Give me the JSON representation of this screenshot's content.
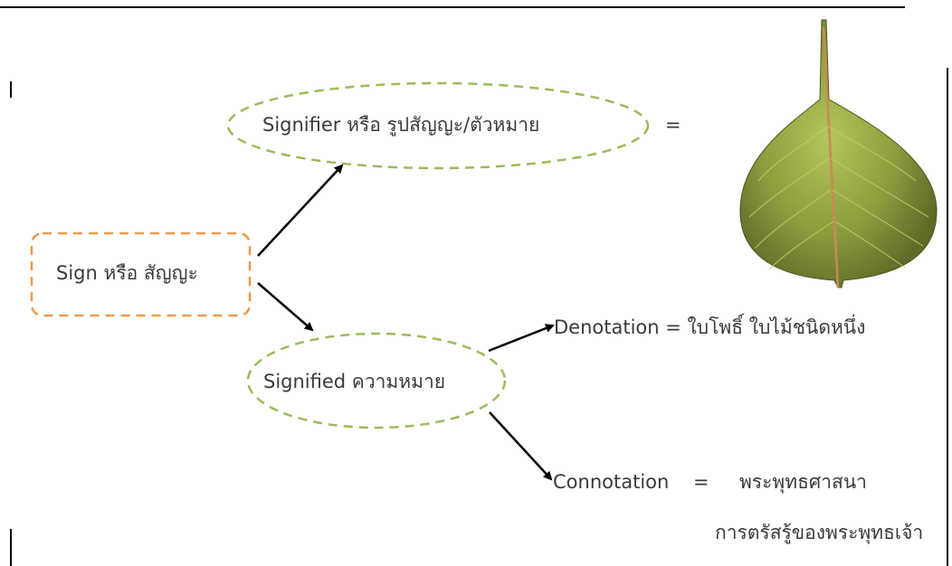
{
  "sign": {
    "label": "Sign หรือ สัญญะ"
  },
  "signifier": {
    "label": "Signifier หรือ รูปสัญญะ/ตัวหมาย",
    "equals": "="
  },
  "signified": {
    "label": "Signified ความหมาย"
  },
  "denotation": {
    "label": "Denotation = ใบโพธิ์ ใบไม้ชนิดหนึ่ง"
  },
  "connotation": {
    "line1": "Connotation    =     พระพุทธศาสนา",
    "line2": "การตรัสรู้ของพระพุทธเจ้า"
  },
  "image": {
    "subject": "bodhi-leaf"
  },
  "colors": {
    "sign_border": "#ee9a4a",
    "ellipse_border": "#9bbb59",
    "arrow": "#000000",
    "frame": "#000000",
    "leaf": "#8aa03c"
  }
}
